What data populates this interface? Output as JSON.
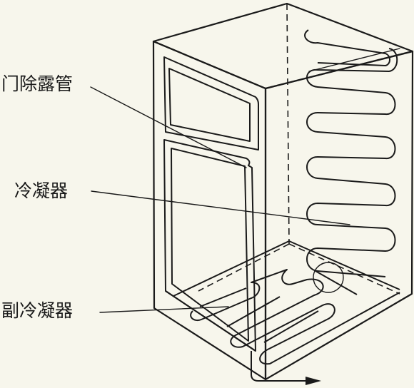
{
  "labels": {
    "door_pipe": "门除露管",
    "condenser": "冷凝器",
    "sub_condenser": "副冷凝器"
  },
  "colors": {
    "line": "#1a1a1a",
    "background": "#f7f6ec"
  }
}
